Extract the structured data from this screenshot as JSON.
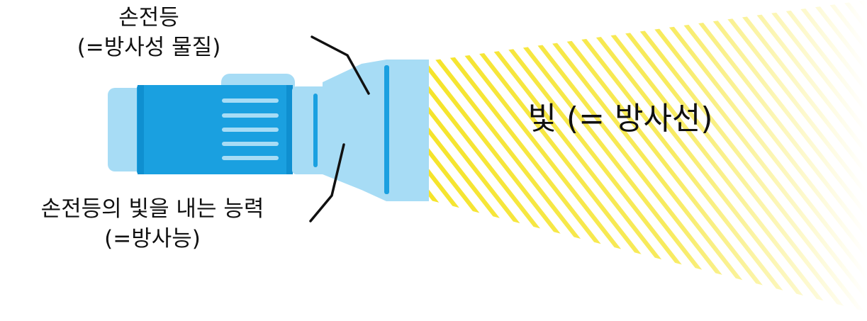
{
  "labels": {
    "flashlight_line1": "손전등",
    "flashlight_line2": "(=방사성 물질)",
    "ability_line1": "손전등의 빛을 내는 능력",
    "ability_line2": "(=방사능)",
    "light": "빛 (= 방사선)"
  },
  "colors": {
    "body_light": "#a7dcf5",
    "body_dark": "#1aa0e0",
    "stripes": "#a7dcf5",
    "beam": "#f5e42a",
    "pointer": "#111111"
  }
}
